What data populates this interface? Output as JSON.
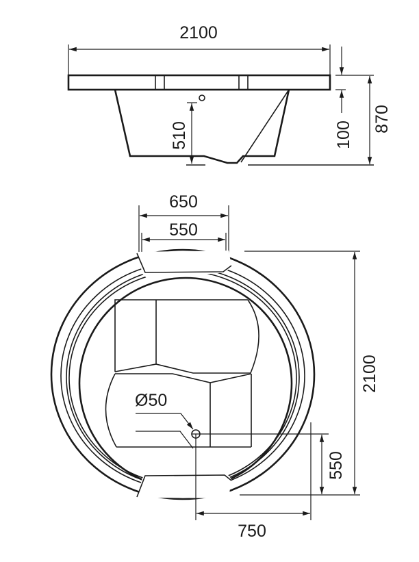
{
  "side_view": {
    "width_label": "2100",
    "rim_label": "100",
    "height_label": "870",
    "overflow_label": "510"
  },
  "top_view": {
    "seat_outer_label": "650",
    "seat_inner_label": "550",
    "diameter_label": "2100",
    "drain_label": "Ø50",
    "drain_y_label": "550",
    "drain_x_label": "750"
  },
  "colors": {
    "line": "#1a1a1a",
    "background": "#ffffff"
  }
}
